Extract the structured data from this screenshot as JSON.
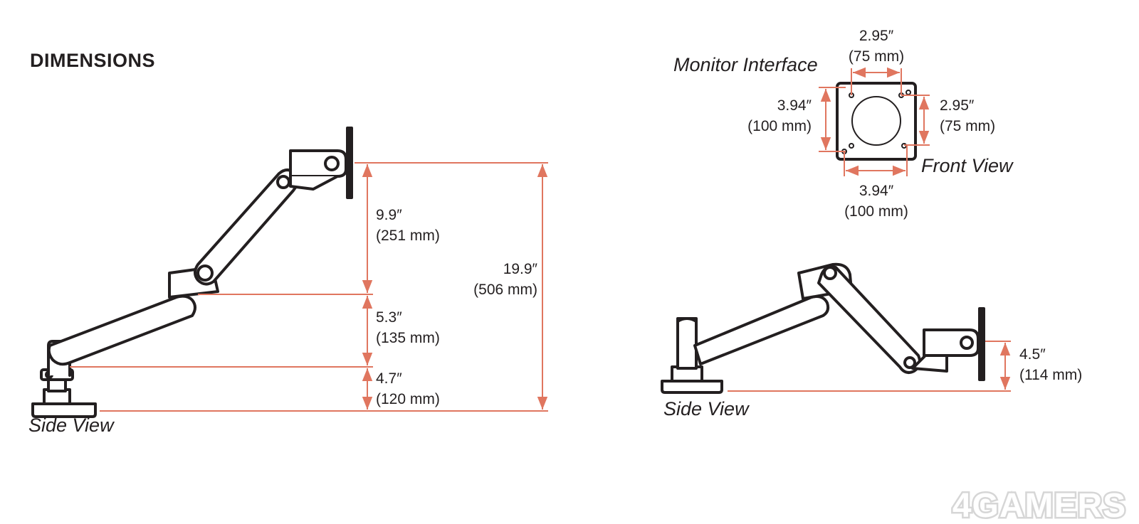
{
  "heading": "DIMENSIONS",
  "captions": {
    "side_view_left": "Side View",
    "side_view_right": "Side View",
    "monitor_interface": "Monitor Interface",
    "front_view": "Front View"
  },
  "side_dims": {
    "upper": {
      "in": "9.9″",
      "mm": "(251 mm)"
    },
    "middle": {
      "in": "5.3″",
      "mm": "(135 mm)"
    },
    "lower": {
      "in": "4.7″",
      "mm": "(120 mm)"
    },
    "total": {
      "in": "19.9″",
      "mm": "(506 mm)"
    }
  },
  "interface_dims": {
    "top": {
      "in": "2.95″",
      "mm": "(75 mm)"
    },
    "left": {
      "in": "3.94″",
      "mm": "(100 mm)"
    },
    "right": {
      "in": "2.95″",
      "mm": "(75 mm)"
    },
    "bottom": {
      "in": "3.94″",
      "mm": "(100 mm)"
    }
  },
  "low_dim": {
    "in": "4.5″",
    "mm": "(114 mm)"
  },
  "watermark": "4GAMERS",
  "colors": {
    "dimension_line": "#e0765f",
    "outline": "#231f20",
    "watermark": "#d6d6d6"
  }
}
